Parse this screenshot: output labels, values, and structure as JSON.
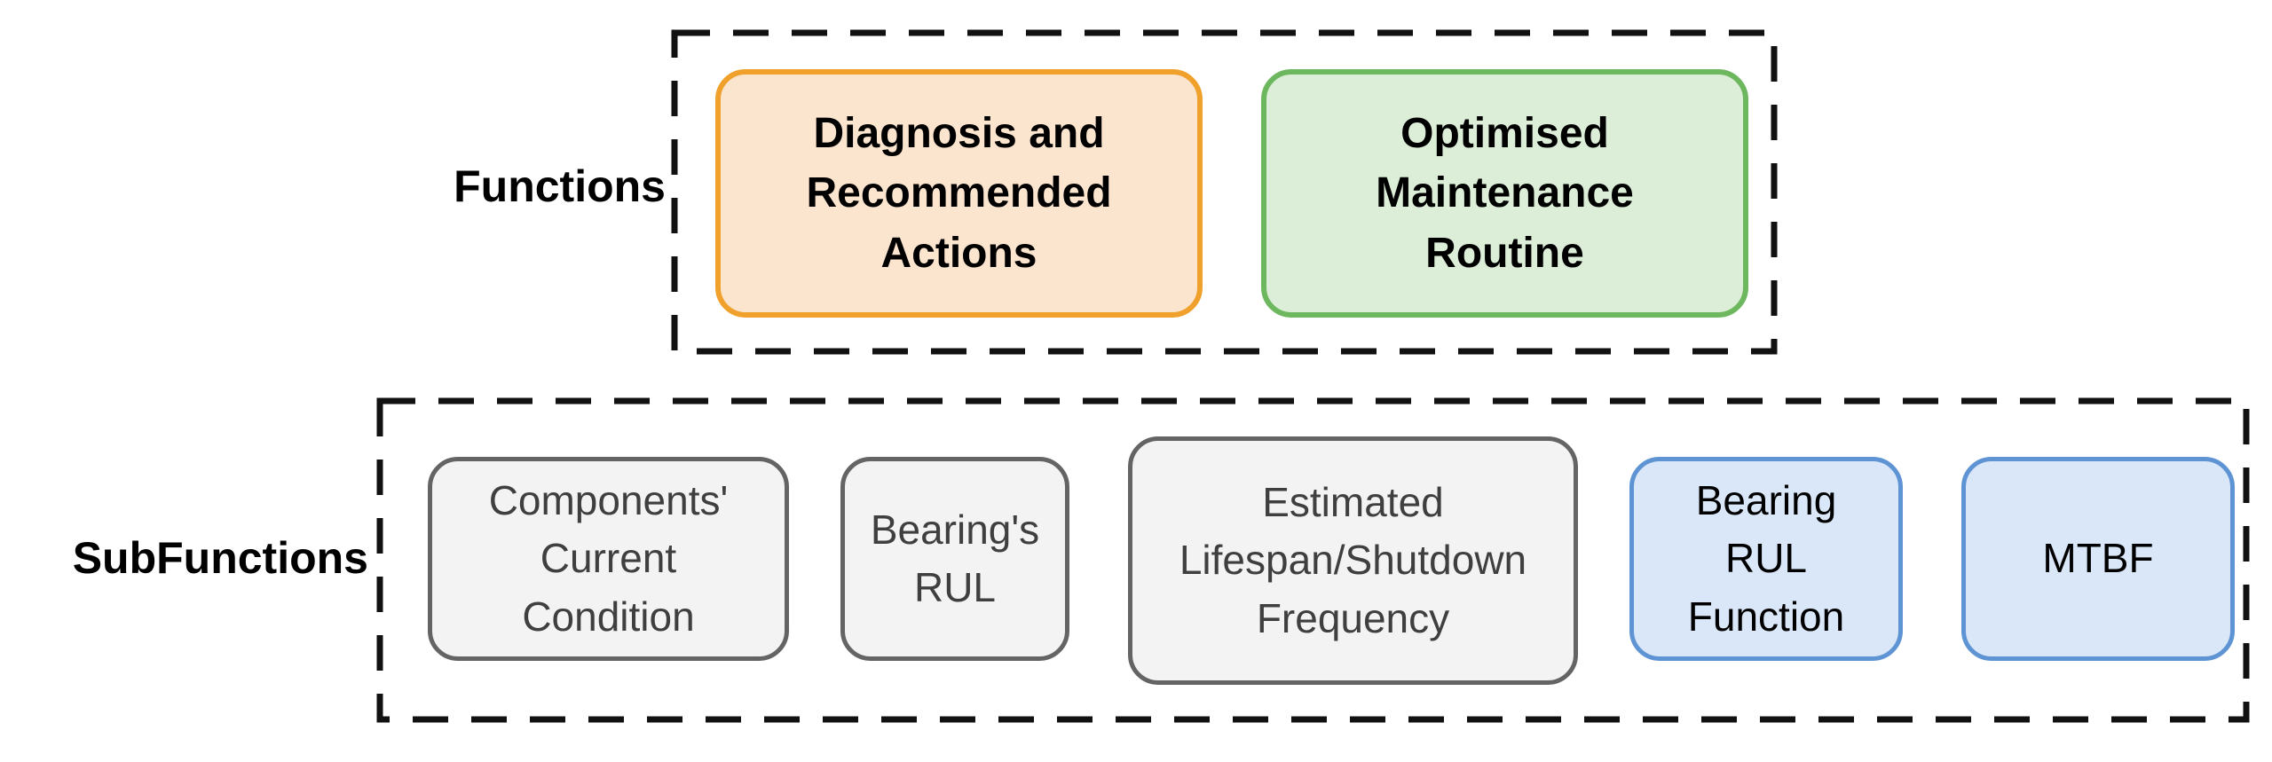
{
  "palette": {
    "background": "#FFFFFF",
    "dashed_border": "#111111",
    "label_text": "#000000",
    "orange_fill": "#FCE5CE",
    "orange_border": "#F0A12C",
    "green_fill": "#DCEDD8",
    "green_border": "#6DB85E",
    "gray_fill": "#F3F3F3",
    "gray_border": "#646464",
    "gray_text": "#3F3F3F",
    "blue_fill": "#D9E7F8",
    "blue_border": "#5E94D4",
    "function_text": "#000000"
  },
  "functions_row": {
    "label": "Functions",
    "boxes": [
      {
        "text": "Diagnosis and\nRecommended\nActions",
        "color": "orange"
      },
      {
        "text": "Optimised\nMaintenance\nRoutine",
        "color": "green"
      }
    ]
  },
  "subfunctions_row": {
    "label": "SubFunctions",
    "boxes": [
      {
        "text": "Components'\nCurrent\nCondition",
        "color": "gray"
      },
      {
        "text": "Bearing's\nRUL",
        "color": "gray"
      },
      {
        "text": "Estimated\nLifespan/Shutdown\nFrequency",
        "color": "gray"
      },
      {
        "text": "Bearing\nRUL\nFunction",
        "color": "blue"
      },
      {
        "text": "MTBF",
        "color": "blue"
      }
    ]
  }
}
